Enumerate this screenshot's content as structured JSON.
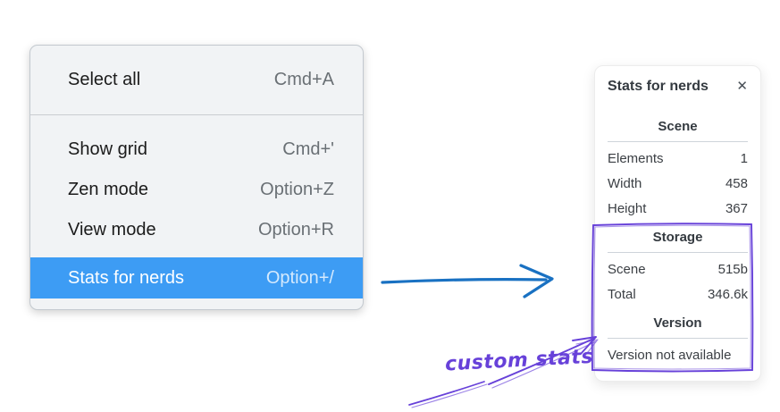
{
  "context_menu": {
    "items_top": [
      {
        "label": "Select all",
        "shortcut": "Cmd+A"
      }
    ],
    "items_bottom": [
      {
        "label": "Show grid",
        "shortcut": "Cmd+'"
      },
      {
        "label": "Zen mode",
        "shortcut": "Option+Z"
      },
      {
        "label": "View mode",
        "shortcut": "Option+R"
      },
      {
        "label": "Stats for nerds",
        "shortcut": "Option+/"
      }
    ],
    "highlighted_item": "Stats for nerds"
  },
  "stats_panel": {
    "title": "Stats for nerds",
    "close_icon": "✕",
    "scene": {
      "heading": "Scene",
      "rows": [
        {
          "label": "Elements",
          "value": "1"
        },
        {
          "label": "Width",
          "value": "458"
        },
        {
          "label": "Height",
          "value": "367"
        }
      ]
    },
    "storage": {
      "heading": "Storage",
      "rows": [
        {
          "label": "Scene",
          "value": "515b"
        },
        {
          "label": "Total",
          "value": "346.6k"
        }
      ]
    },
    "version": {
      "heading": "Version",
      "note": "Version not available"
    }
  },
  "annotation": {
    "label": "custom stats"
  },
  "colors": {
    "menu_highlight": "#3d9cf4",
    "arrow_blue": "#1971c2",
    "annotation_purple": "#6741d9"
  }
}
